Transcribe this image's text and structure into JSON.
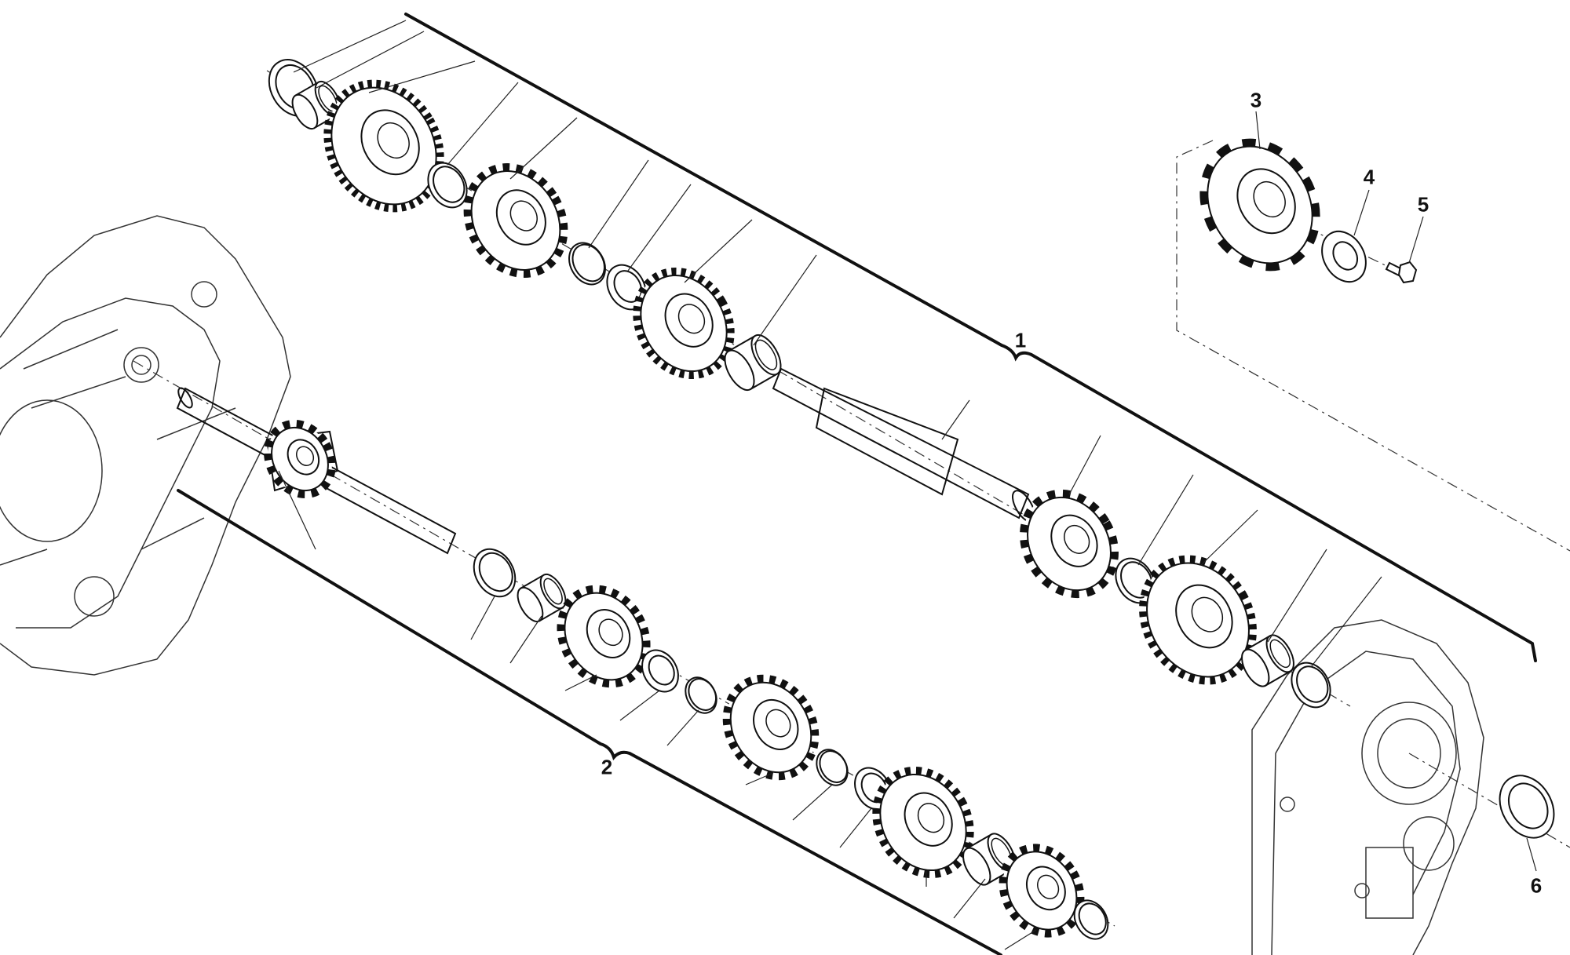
{
  "diagram": {
    "callouts": [
      {
        "id": "1",
        "label": "1",
        "target": "output-shaft-assembly"
      },
      {
        "id": "2",
        "label": "2",
        "target": "input-shaft-assembly"
      },
      {
        "id": "3",
        "label": "3",
        "target": "front-sprocket"
      },
      {
        "id": "4",
        "label": "4",
        "target": "sprocket-lock-washer"
      },
      {
        "id": "5",
        "label": "5",
        "target": "sprocket-bolt"
      },
      {
        "id": "6",
        "label": "6",
        "target": "oil-seal"
      }
    ],
    "line_color": "#111111",
    "background": "#ffffff"
  }
}
